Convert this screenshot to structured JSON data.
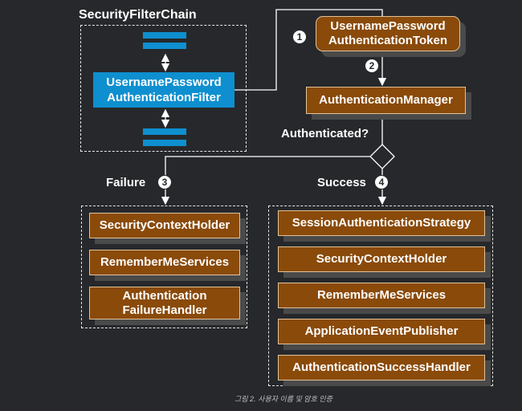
{
  "security_filter_chain": {
    "title": "SecurityFilterChain",
    "filter_label": "UsernamePassword\nAuthenticationFilter"
  },
  "token_label": "UsernamePassword\nAuthenticationToken",
  "manager_label": "AuthenticationManager",
  "decision_label": "Authenticated?",
  "failure": {
    "label": "Failure",
    "items": [
      "SecurityContextHolder",
      "RememberMeServices",
      "Authentication\nFailureHandler"
    ]
  },
  "success": {
    "label": "Success",
    "items": [
      "SessionAuthenticationStrategy",
      "SecurityContextHolder",
      "RememberMeServices",
      "ApplicationEventPublisher",
      "AuthenticationSuccessHandler"
    ]
  },
  "steps": [
    "1",
    "2",
    "3",
    "4"
  ],
  "caption": "그림 2. 사용자 이름 및 암호 인증",
  "colors": {
    "background": "#26282b",
    "component": "#8a4a0a",
    "filter": "#0e8fcf",
    "dashed_border": "#e6e6e6"
  }
}
